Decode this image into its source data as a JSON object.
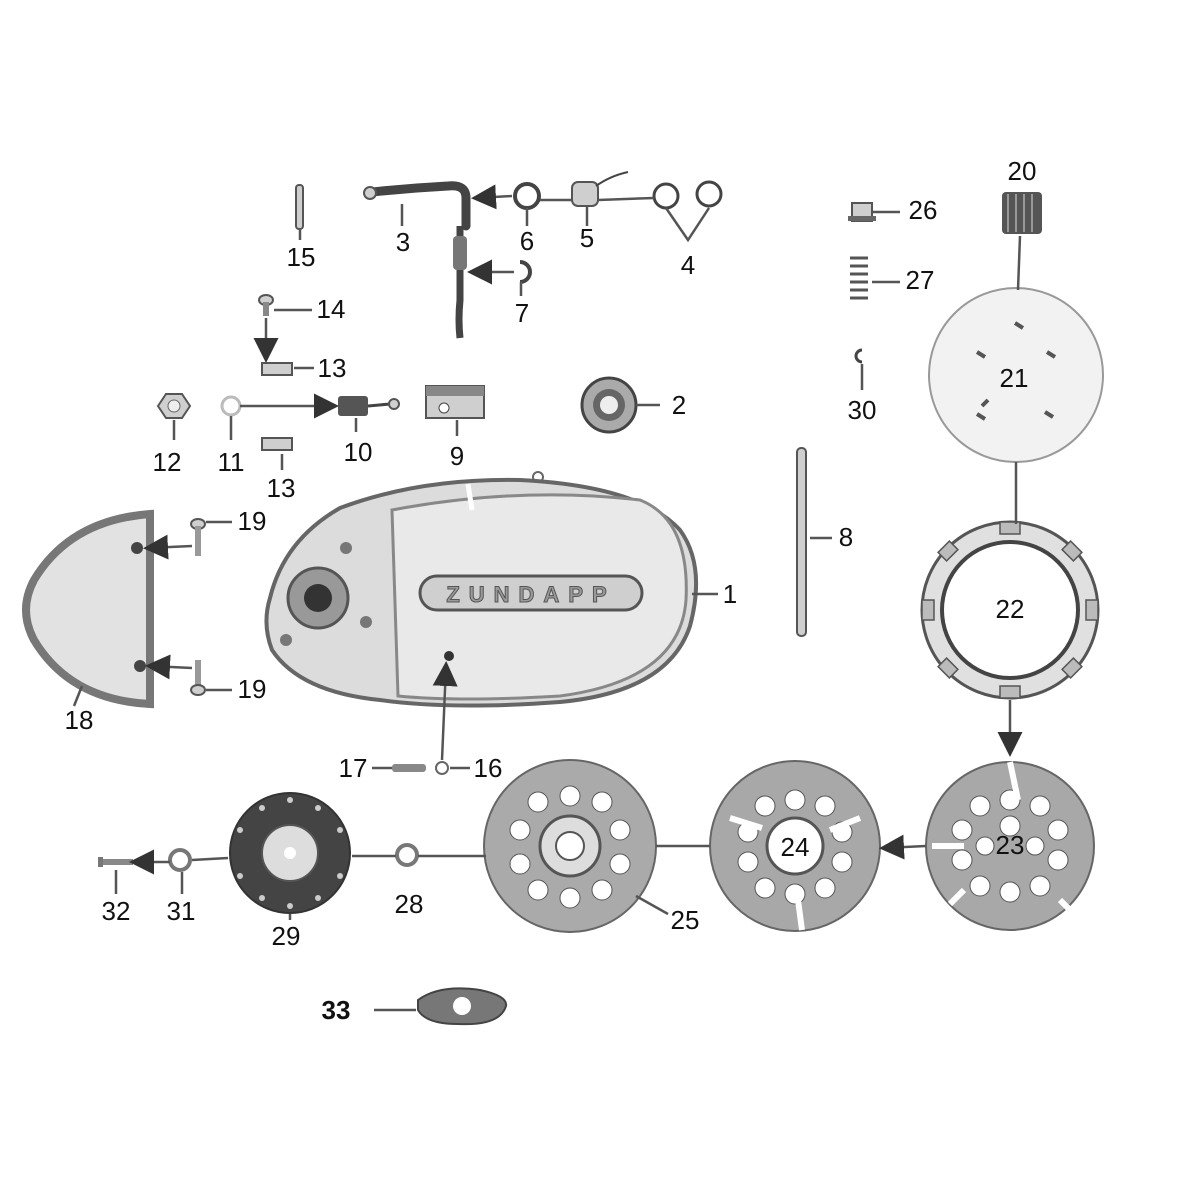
{
  "diagram": {
    "brand_text": "ZUNDAPP",
    "callouts": [
      "1",
      "2",
      "3",
      "4",
      "5",
      "6",
      "7",
      "8",
      "9",
      "10",
      "11",
      "12",
      "13",
      "13",
      "14",
      "15",
      "16",
      "17",
      "18",
      "19",
      "19",
      "20",
      "21",
      "22",
      "23",
      "24",
      "25",
      "26",
      "27",
      "28",
      "29",
      "30",
      "31",
      "32",
      "33"
    ]
  }
}
